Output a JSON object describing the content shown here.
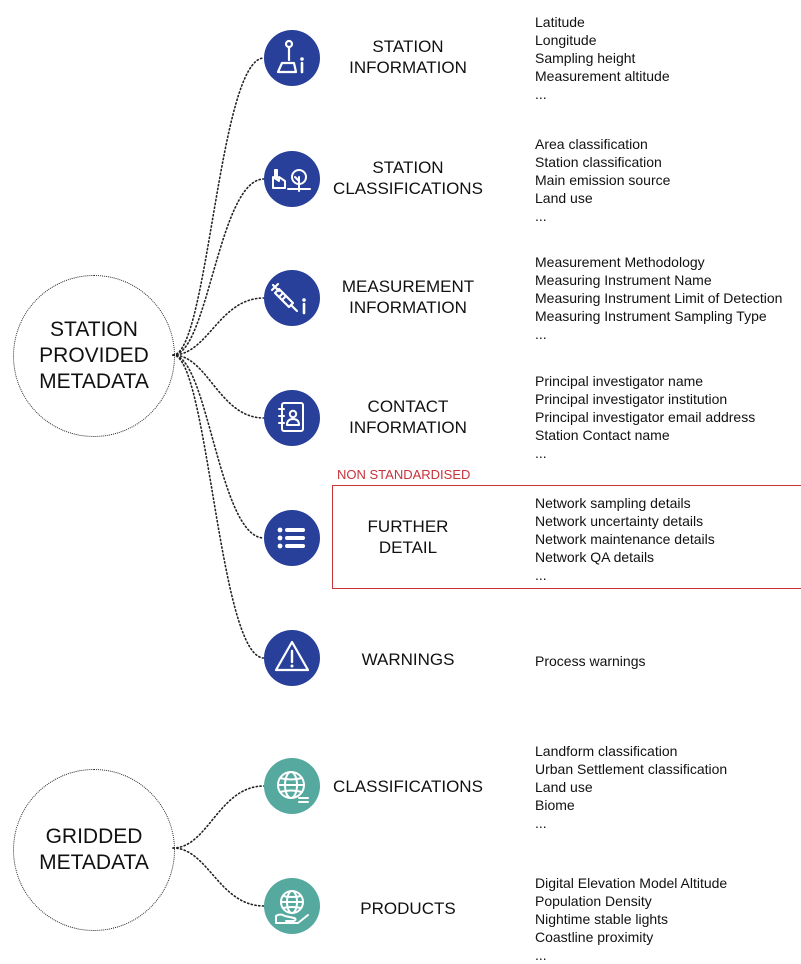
{
  "colors": {
    "station_icon": "#28409a",
    "gridded_icon": "#55a99f",
    "highlight": "#c8323a",
    "line": "#222222"
  },
  "station_root": {
    "lines": [
      "STATION",
      "PROVIDED",
      "METADATA"
    ]
  },
  "gridded_root": {
    "lines": [
      "GRIDDED",
      "METADATA"
    ]
  },
  "non_standardised_label": "NON STANDARDISED",
  "categories": [
    {
      "id": "station-information",
      "icon": "location-info-icon",
      "lines": [
        "STATION",
        "INFORMATION"
      ],
      "items": [
        "Latitude",
        "Longitude",
        "Sampling height",
        "Measurement altitude",
        "..."
      ]
    },
    {
      "id": "station-classifications",
      "icon": "factory-tree-icon",
      "lines": [
        "STATION",
        "CLASSIFICATIONS"
      ],
      "items": [
        "Area classification",
        "Station classification",
        "Main emission source",
        "Land use",
        "..."
      ]
    },
    {
      "id": "measurement-information",
      "icon": "syringe-info-icon",
      "lines": [
        "MEASUREMENT",
        "INFORMATION"
      ],
      "items": [
        "Measurement Methodology",
        "Measuring Instrument Name",
        "Measuring Instrument Limit of Detection",
        "Measuring Instrument Sampling Type",
        "..."
      ]
    },
    {
      "id": "contact-information",
      "icon": "contact-book-icon",
      "lines": [
        "CONTACT",
        "INFORMATION"
      ],
      "items": [
        "Principal investigator name",
        "Principal investigator institution",
        "Principal investigator email address",
        "Station Contact name",
        "..."
      ]
    },
    {
      "id": "further-detail",
      "icon": "list-icon",
      "lines": [
        "FURTHER",
        "DETAIL"
      ],
      "items": [
        "Network sampling details",
        "Network uncertainty details",
        "Network maintenance details",
        "Network QA details",
        "..."
      ]
    },
    {
      "id": "warnings",
      "icon": "warning-icon",
      "lines": [
        "WARNINGS"
      ],
      "items": [
        "Process warnings"
      ]
    },
    {
      "id": "classifications",
      "icon": "globe-icon",
      "lines": [
        "CLASSIFICATIONS"
      ],
      "items": [
        "Landform classification",
        "Urban Settlement classification",
        "Land use",
        "Biome",
        "..."
      ]
    },
    {
      "id": "products",
      "icon": "globe-hand-icon",
      "lines": [
        "PRODUCTS"
      ],
      "items": [
        "Digital Elevation Model Altitude",
        "Population Density",
        "Nightime stable lights",
        "Coastline proximity",
        "..."
      ]
    }
  ]
}
